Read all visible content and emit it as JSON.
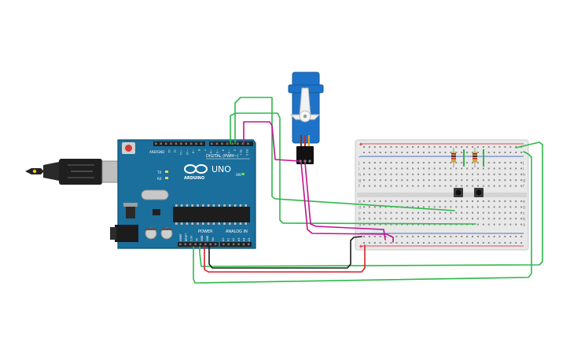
{
  "arduino": {
    "logo_text": "ARDUINO",
    "model": "UNO",
    "digital_header": "DIGITAL (PWM~)",
    "power_header": "POWER",
    "analog_header": "ANALOG IN",
    "on_label": "ON",
    "tx_label": "TX",
    "rx_label": "RX",
    "aref_label": "AREF",
    "gnd_label": "GND",
    "digital_pins": [
      "13",
      "12",
      "~11",
      "~10",
      "~9",
      "8",
      "7",
      "~6",
      "~5",
      "4",
      "~3",
      "2",
      "TX 1",
      "RX 0"
    ],
    "power_pins": [
      "IOREF",
      "RESET",
      "3.3V",
      "5V",
      "GND",
      "GND",
      "Vin"
    ],
    "analog_pins": [
      "A0",
      "A1",
      "A2",
      "A3",
      "A4",
      "A5"
    ]
  },
  "breadboard": {
    "row_letters_top": [
      "j",
      "i",
      "h",
      "g",
      "f"
    ],
    "row_letters_bottom": [
      "e",
      "d",
      "c",
      "b",
      "a"
    ],
    "rail_plus": "+",
    "rail_minus": "-"
  },
  "colors": {
    "board": "#1a6f9c",
    "board_edge": "#0f4f72",
    "servo": "#1e73c8",
    "breadboard": "#e6e6e6",
    "wire_green": "#2fb84a",
    "wire_magenta": "#c0138f",
    "wire_red": "#d81e2a",
    "wire_black": "#1c1c1c"
  },
  "icons": {
    "usb": "usb-plug-icon",
    "barrel": "dc-jack-icon",
    "servo": "servo-motor-icon",
    "resistor": "resistor-icon",
    "button": "pushbutton-icon"
  }
}
